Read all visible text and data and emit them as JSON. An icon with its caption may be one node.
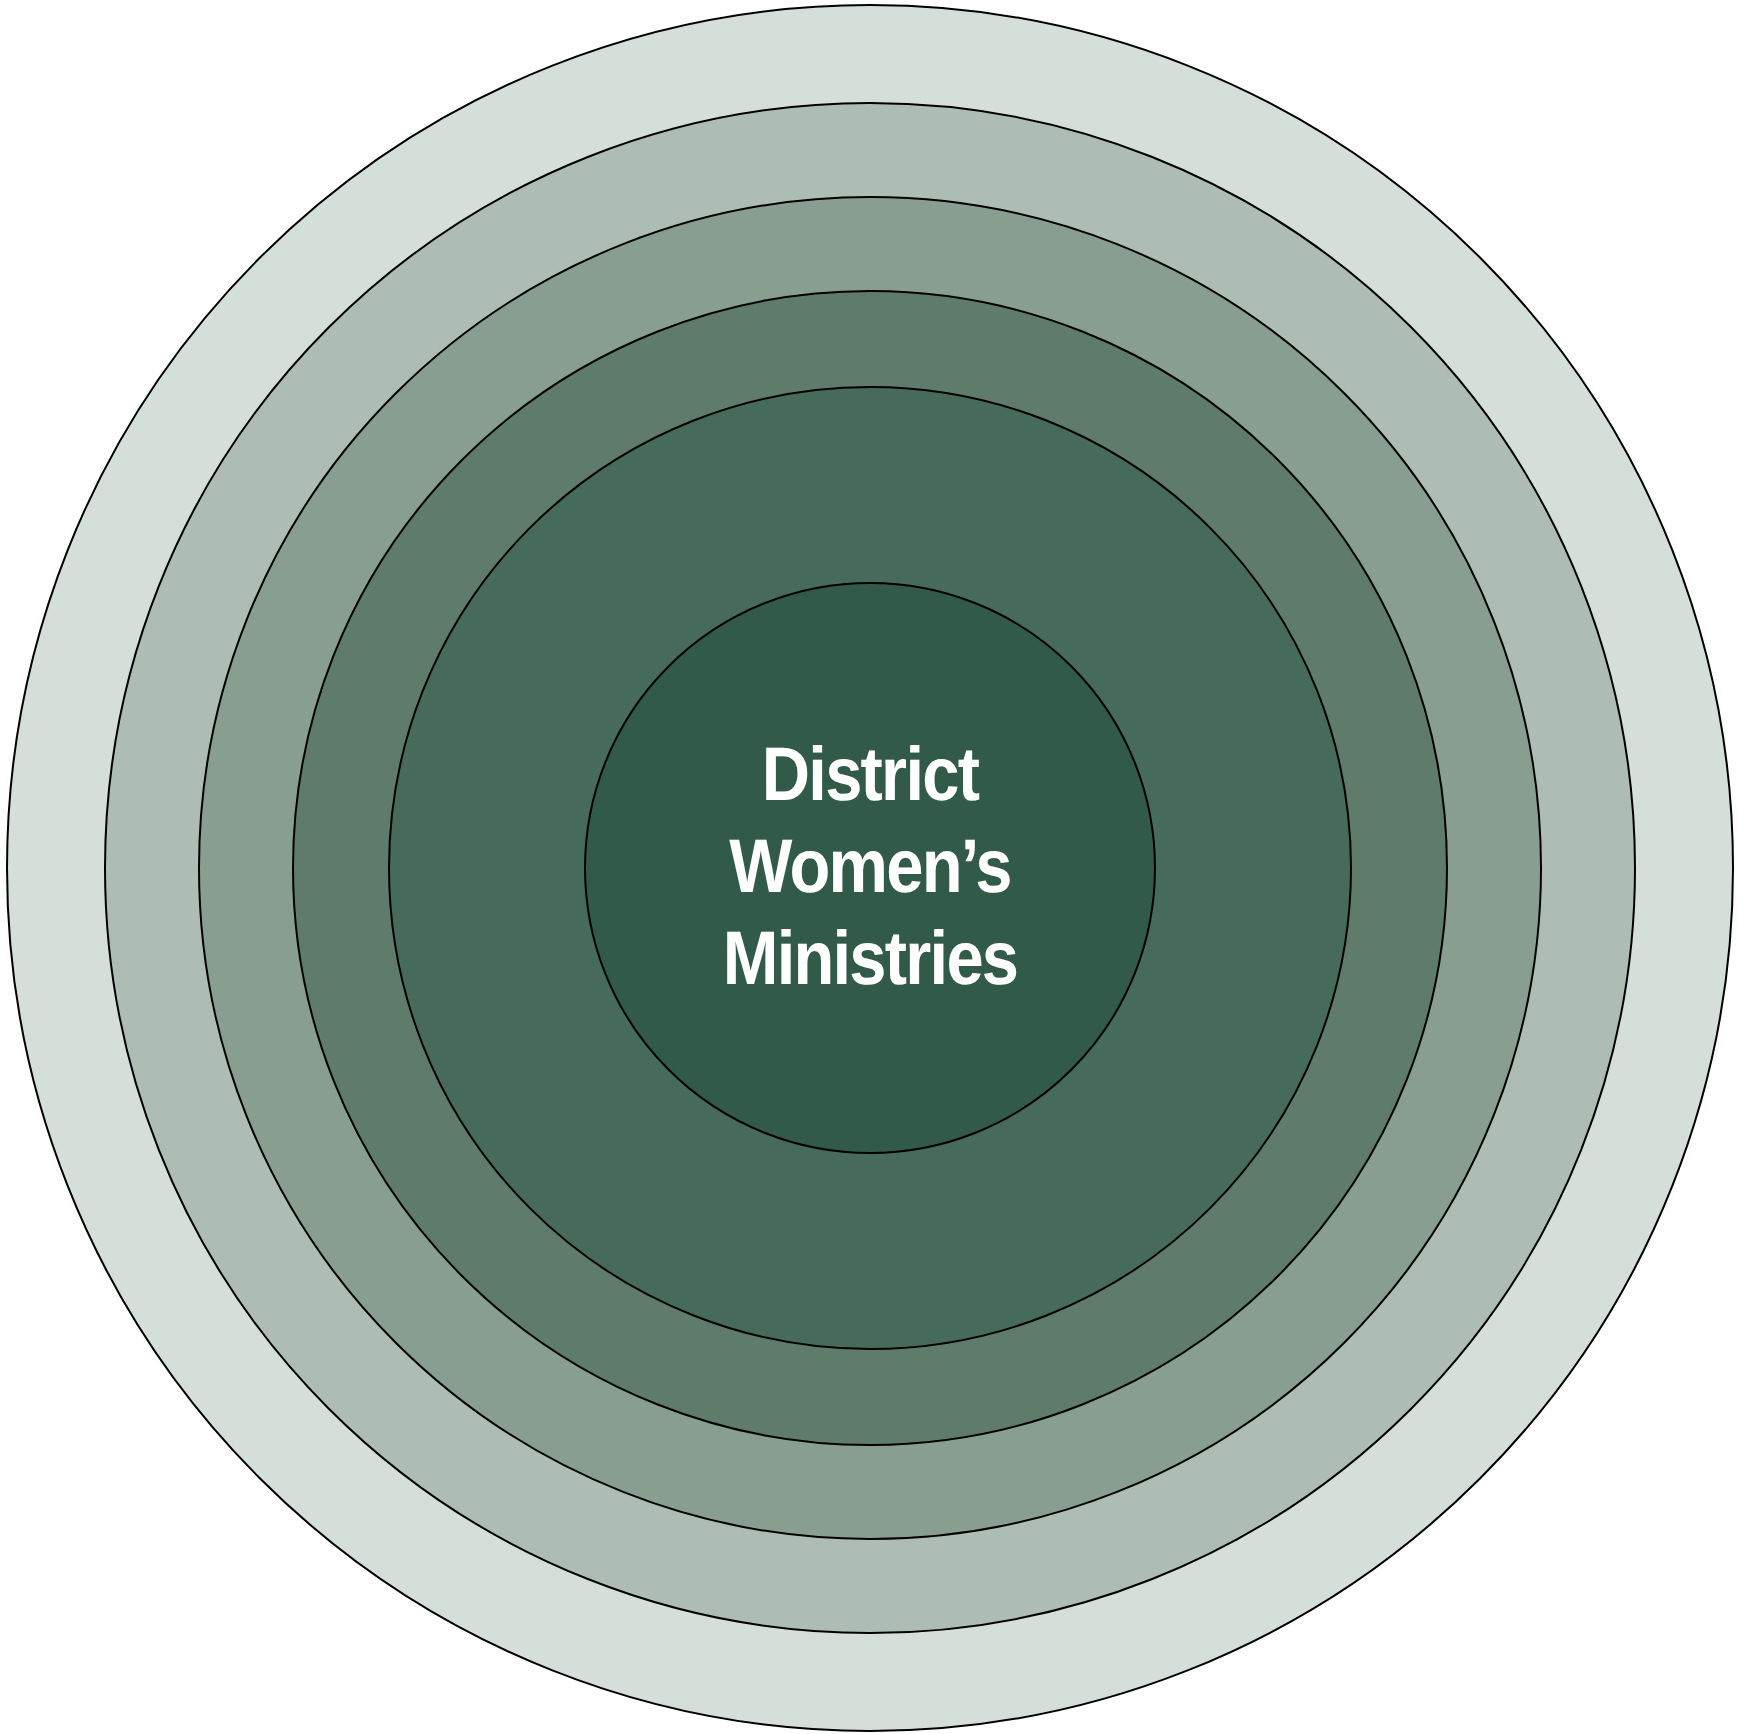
{
  "diagram": {
    "nodes": [
      {
        "text": [],
        "shape": "circle"
      },
      {
        "text": [],
        "shape": "circle",
        "in": 0
      },
      {
        "text": [],
        "shape": "circle",
        "in": 1
      },
      {
        "text": [],
        "shape": "circle",
        "in": 2
      },
      {
        "text": [],
        "shape": "circle",
        "in": 3
      },
      {
        "text": [
          "District Women’s Ministries"
        ],
        "in": 4
      }
    ]
  }
}
